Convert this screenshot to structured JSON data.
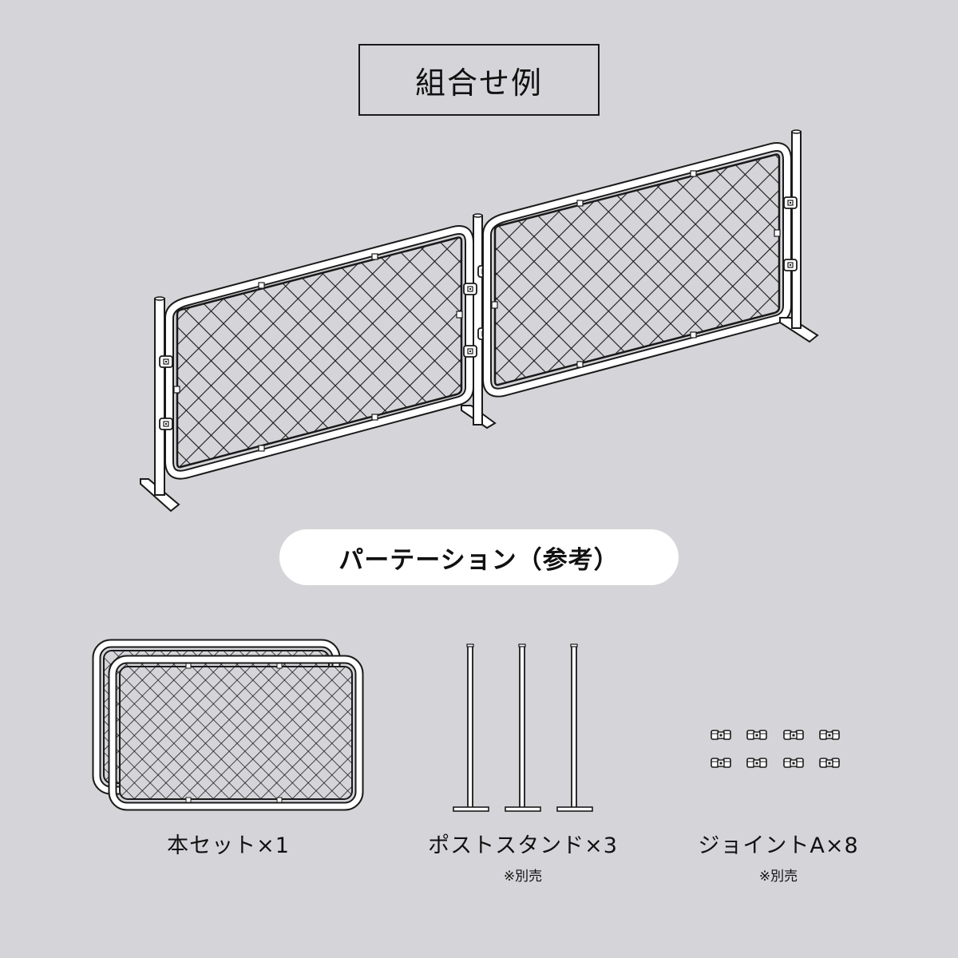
{
  "header": {
    "title": "組合せ例"
  },
  "section_label": "パーテーション（参考）",
  "colors": {
    "background": "#d5d5d9",
    "line": "#1a1a1a",
    "tube": "#ffffff",
    "pill": "#ffffff"
  },
  "assembly_example": {
    "panels": 2,
    "posts": 3,
    "joints_per_post_side": 2
  },
  "components": [
    {
      "name": "本セット",
      "quantity": "×1",
      "label": "本セット×1",
      "note": ""
    },
    {
      "name": "ポストスタンド",
      "quantity": "×3",
      "label": "ポストスタンド×3",
      "note": "※別売"
    },
    {
      "name": "ジョイントA",
      "quantity": "×8",
      "label": "ジョイントA×8",
      "note": "※別売"
    }
  ]
}
